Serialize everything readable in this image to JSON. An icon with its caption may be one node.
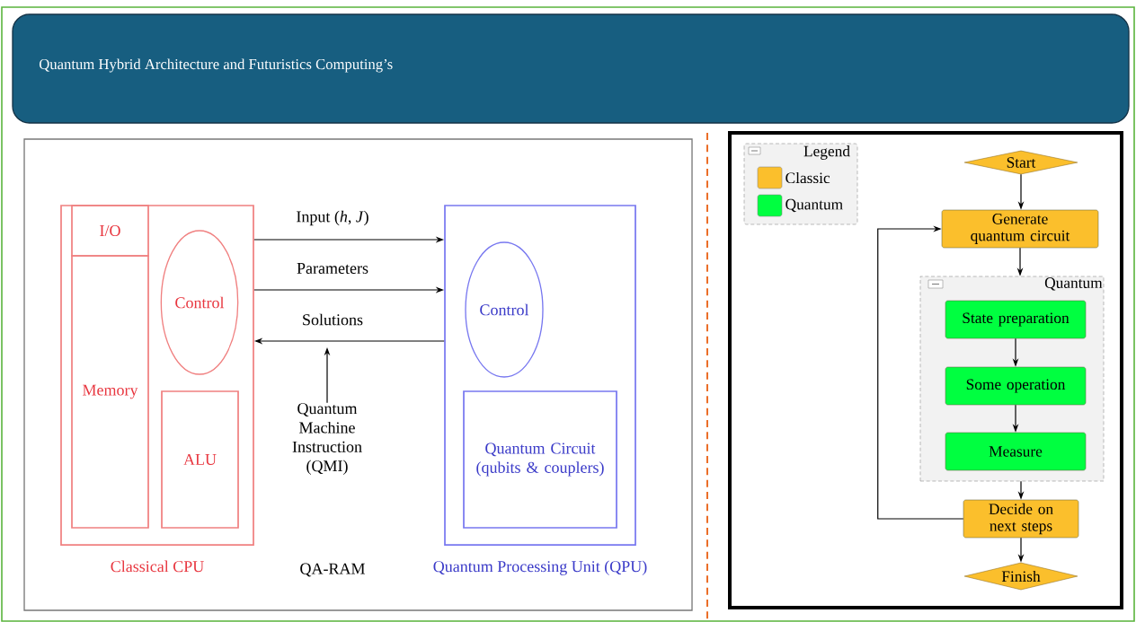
{
  "diagram": {
    "title": "Quantum Hybrid Architecture and Futuristics Computing’s",
    "nodes": [
      {
        "text": [
          "Classical CPU"
        ]
      },
      {
        "text": [
          "I/O"
        ],
        "in": 0
      },
      {
        "text": [
          "Memory"
        ],
        "in": 0
      },
      {
        "text": [
          "Control"
        ],
        "in": 0
      },
      {
        "text": [
          "ALU"
        ],
        "in": 0
      },
      {
        "text": [
          "Quantum Processing Unit (QPU)"
        ]
      },
      {
        "text": [
          "Control"
        ],
        "in": 5
      },
      {
        "text": [
          "Quantum Circuit (qubits & couplers)"
        ],
        "in": 5
      },
      {
        "text": [
          "Quantum Machine Instruction (QMI)"
        ]
      },
      {
        "text": [
          "Start"
        ]
      },
      {
        "text": [
          "Generate quantum circuit"
        ]
      },
      {
        "text": [
          "Quantum"
        ]
      },
      {
        "text": [
          "State preparation"
        ],
        "in": 11
      },
      {
        "text": [
          "Some operation"
        ],
        "in": 11
      },
      {
        "text": [
          "Measure"
        ],
        "in": 11
      },
      {
        "text": [
          "Decide on next steps"
        ]
      },
      {
        "text": [
          "Finish"
        ]
      }
    ],
    "edges": [
      {
        "from": 0,
        "to": 5,
        "arrow": "to",
        "label": "Input (*h*, *J*)"
      },
      {
        "from": 0,
        "to": 5,
        "arrow": "to",
        "label": "Parameters"
      },
      {
        "from": 5,
        "to": 0,
        "arrow": "to",
        "label": "Solutions"
      },
      {
        "from": 8,
        "to": null,
        "arrow": "to"
      },
      {
        "from": 9,
        "to": 10,
        "arrow": "to"
      },
      {
        "from": 10,
        "to": 11,
        "arrow": "to"
      },
      {
        "from": 12,
        "to": 13,
        "arrow": "to"
      },
      {
        "from": 13,
        "to": 14,
        "arrow": "to"
      },
      {
        "from": 11,
        "to": 15,
        "arrow": "to"
      },
      {
        "from": 15,
        "to": 10,
        "arrow": "to"
      },
      {
        "from": 15,
        "to": 16,
        "arrow": "to"
      }
    ],
    "labels": [
      "QA-RAM",
      "Legend"
    ],
    "legend": [
      {
        "text": "Classic",
        "color": "#fbbf2c"
      },
      {
        "text": "Quantum",
        "color": "#00ff40"
      }
    ]
  }
}
